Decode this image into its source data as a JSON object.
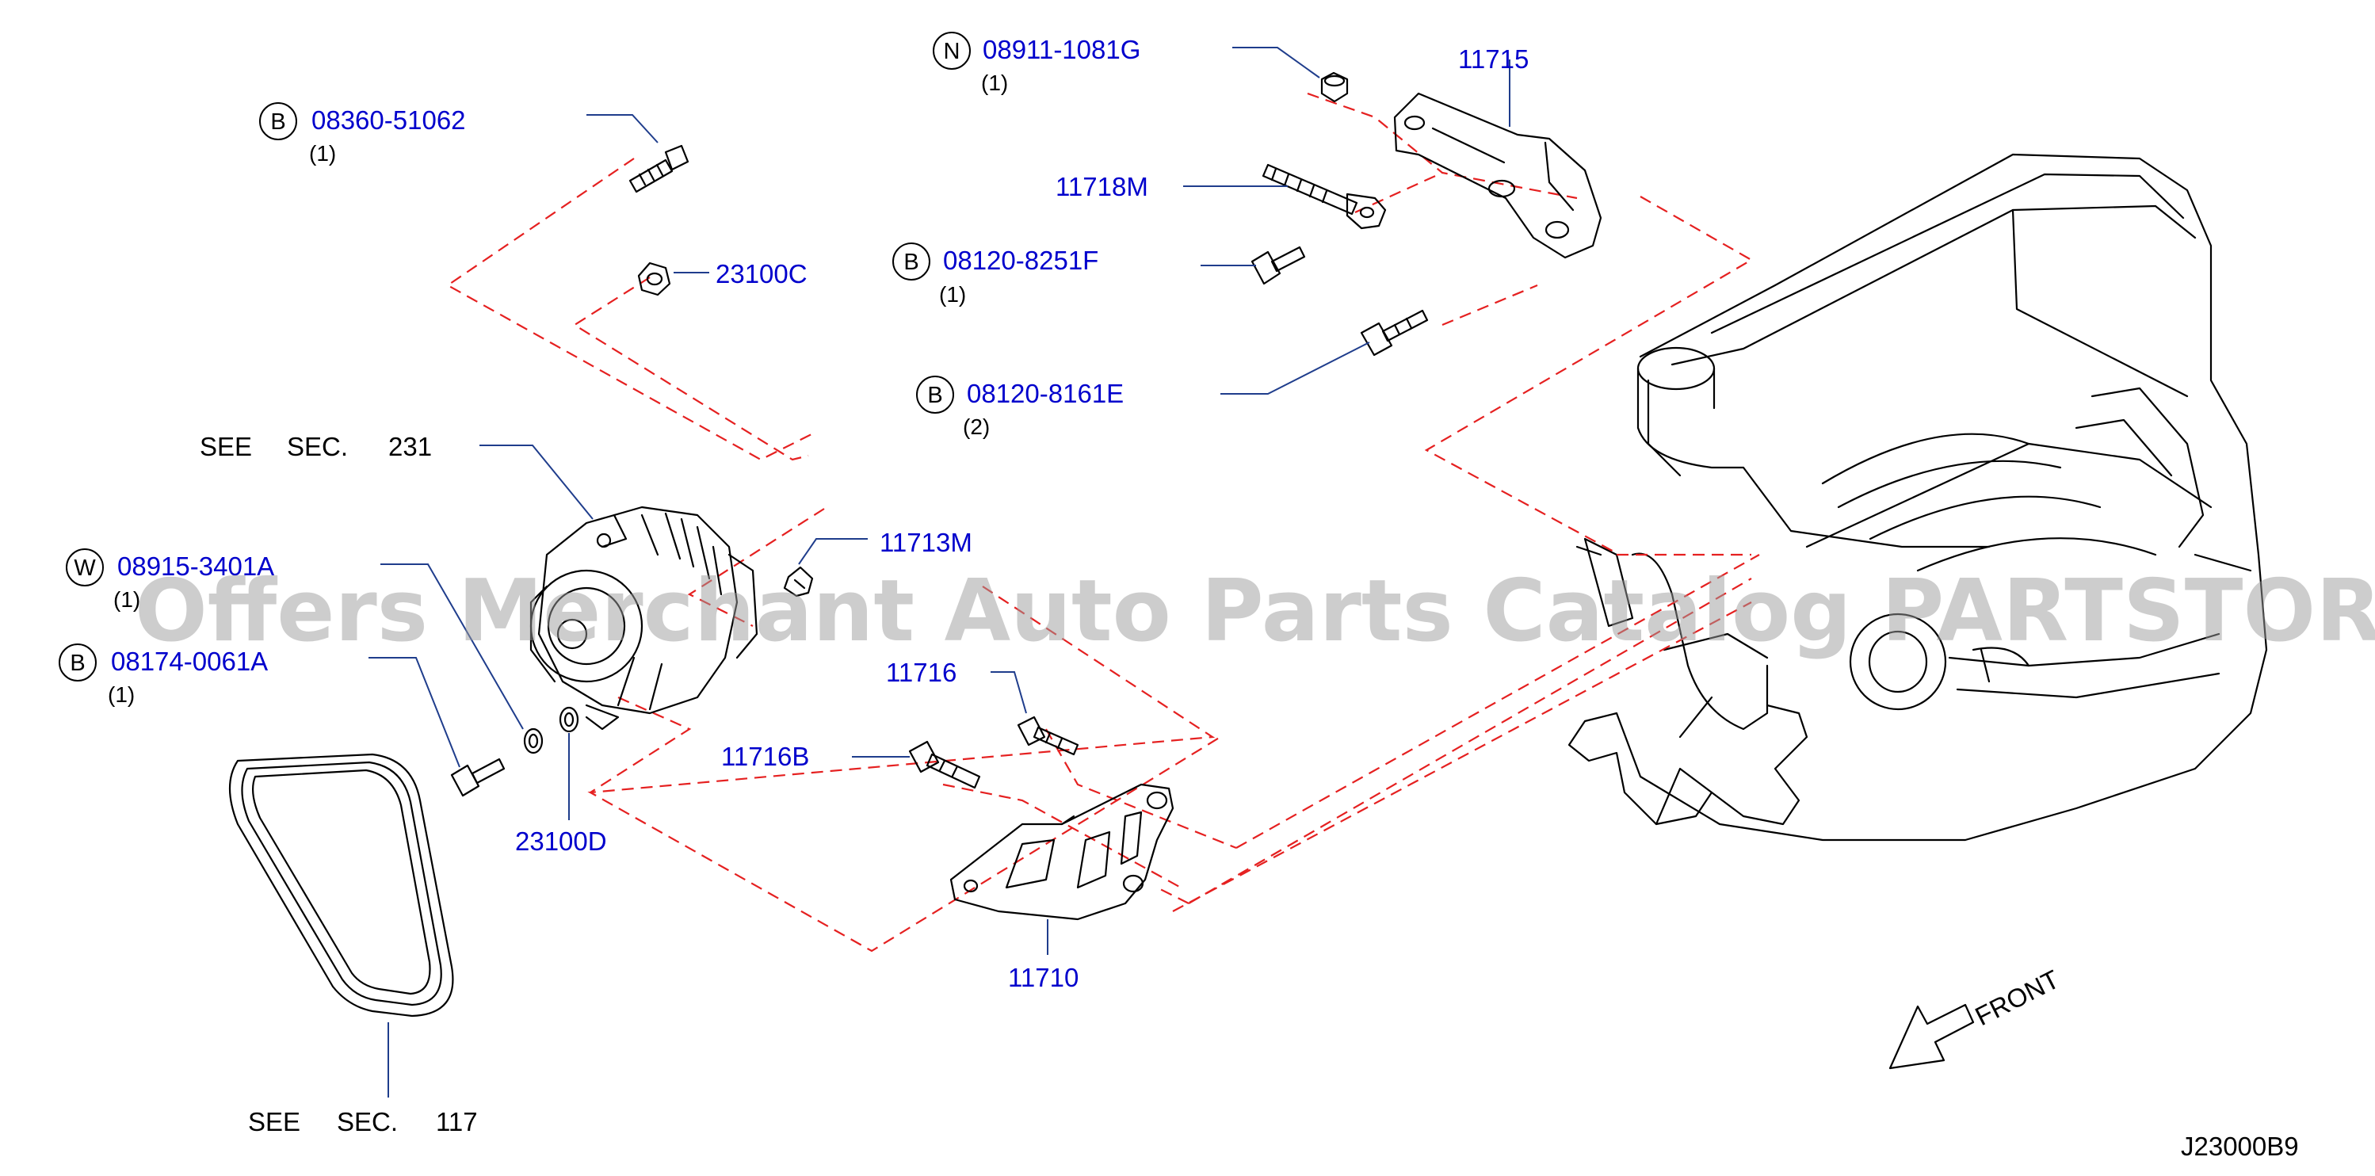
{
  "parts": {
    "p08360": {
      "badge": "B",
      "number": "08360-51062",
      "qty": "(1)"
    },
    "p23100C": {
      "number": "23100C"
    },
    "p08911": {
      "badge": "N",
      "number": "08911-1081G",
      "qty": "(1)"
    },
    "p11715": {
      "number": "11715"
    },
    "p11718M": {
      "number": "11718M"
    },
    "p08120_F": {
      "badge": "B",
      "number": "08120-8251F",
      "qty": "(1)"
    },
    "p08120_E": {
      "badge": "B",
      "number": "08120-8161E",
      "qty": "(2)"
    },
    "p11713M": {
      "number": "11713M"
    },
    "p08915": {
      "badge": "W",
      "number": "08915-3401A",
      "qty": "(1)"
    },
    "p08174": {
      "badge": "B",
      "number": "08174-0061A",
      "qty": "(1)"
    },
    "p11716": {
      "number": "11716"
    },
    "p11716B": {
      "number": "11716B"
    },
    "p23100D": {
      "number": "23100D"
    },
    "p11710": {
      "number": "11710"
    }
  },
  "references": {
    "sec231": {
      "see": "SEE",
      "sec": "SEC.",
      "num": "231"
    },
    "sec117": {
      "see": "SEE",
      "sec": "SEC.",
      "num": "117"
    }
  },
  "front_label": "FRONT",
  "diagram_code": "J23000B9",
  "watermark": "Offers Merchant Auto Parts Catalog PARTSTORE.SA",
  "colors": {
    "part_link": "#0000cc",
    "leader_line": "#1f3d8c",
    "phantom_line": "#e52020",
    "watermark": "#9c9c9c"
  }
}
